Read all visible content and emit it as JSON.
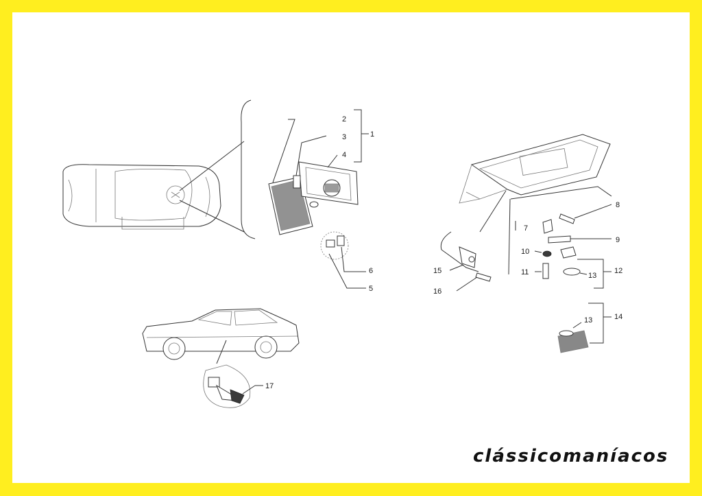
{
  "colors": {
    "border": "#ffee1f",
    "background": "#ffffff",
    "ink": "#333333"
  },
  "callouts": {
    "c1": "1",
    "c2": "2",
    "c3": "3",
    "c4": "4",
    "c5": "5",
    "c6": "6",
    "c7": "7",
    "c8": "8",
    "c9": "9",
    "c10": "10",
    "c11": "11",
    "c12": "12",
    "c13a": "13",
    "c13b": "13",
    "c14": "14",
    "c15": "15",
    "c16": "16",
    "c17": "17"
  },
  "brand": {
    "text": "clássicomaníacos"
  }
}
